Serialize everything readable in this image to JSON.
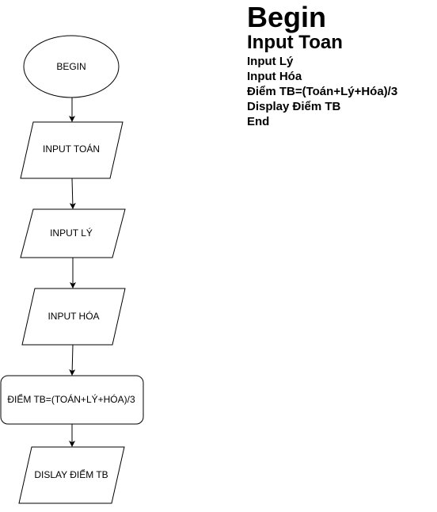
{
  "flowchart": {
    "nodes": [
      {
        "id": "begin",
        "shape": "terminator",
        "label": "BEGIN"
      },
      {
        "id": "input-toan",
        "shape": "io",
        "label": "INPUT TOÁN"
      },
      {
        "id": "input-ly",
        "shape": "io",
        "label": "INPUT LÝ"
      },
      {
        "id": "input-hoa",
        "shape": "io",
        "label": "INPUT HÓA"
      },
      {
        "id": "calc",
        "shape": "process",
        "label": "ĐIỂM TB=(TOÁN+LÝ+HÓA)/3"
      },
      {
        "id": "display",
        "shape": "io",
        "label": "DISLAY ĐIỂM TB"
      }
    ],
    "edges": [
      {
        "from": "begin",
        "to": "input-toan"
      },
      {
        "from": "input-toan",
        "to": "input-ly"
      },
      {
        "from": "input-ly",
        "to": "input-hoa"
      },
      {
        "from": "input-hoa",
        "to": "calc"
      },
      {
        "from": "calc",
        "to": "display"
      }
    ],
    "colors": {
      "stroke": "#000000",
      "fill": "#ffffff",
      "text": "#000000"
    }
  },
  "pseudocode": {
    "title": "Begin",
    "subtitle": "Input Toan",
    "lines": [
      "Input Lý",
      "Input Hóa",
      "Điểm TB=(Toán+Lý+Hóa)/3",
      "Display Điểm TB",
      "End"
    ]
  }
}
